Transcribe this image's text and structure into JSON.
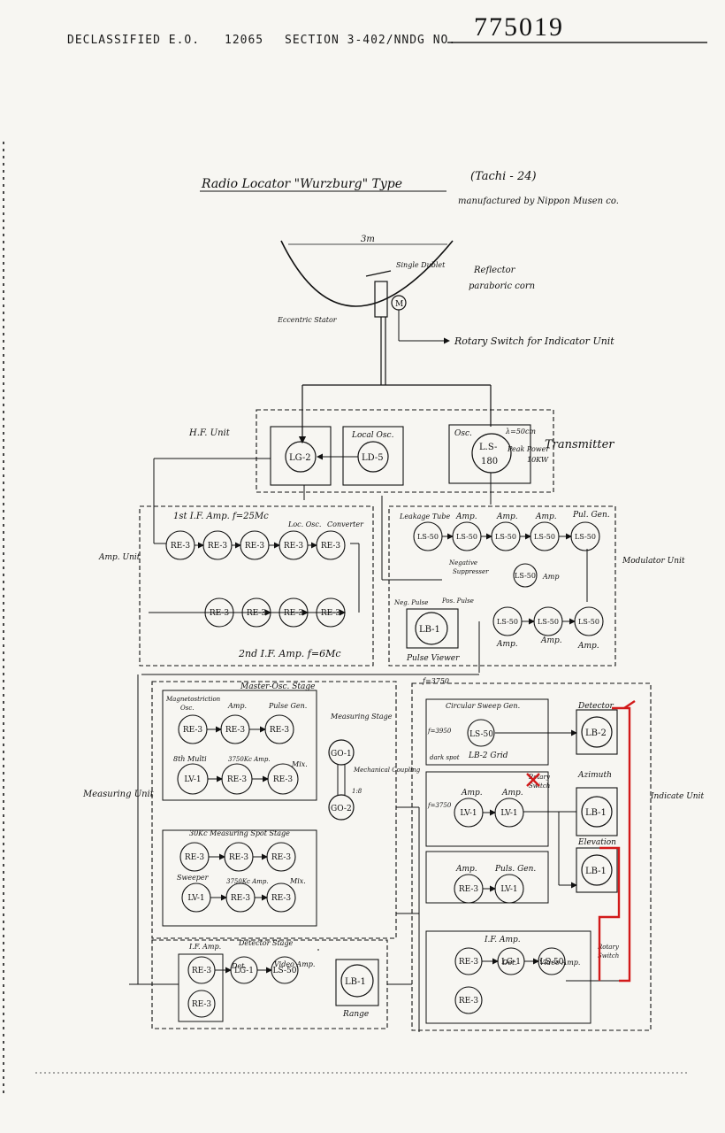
{
  "header": {
    "declass_text": "DECLASSIFIED E.O.",
    "eo_number": "12065",
    "section_text": "SECTION 3-402/NNDG NO.",
    "doc_number": "775019"
  },
  "title": {
    "main": "Radio Locator \"Wurzburg\" Type",
    "designation": "(Tachi - 24)",
    "manufacturer": "manufactured by Nippon Musen co."
  },
  "antenna": {
    "dish_width": "3m",
    "single_dublet": "Single Dublet",
    "reflector": "Reflector",
    "paraboric": "paraboric corn",
    "eccentric": "Eccentric Stator",
    "motor": "M",
    "rotary_switch": "Rotary Switch for Indicator Unit"
  },
  "hf_unit": {
    "label": "H.F. Unit",
    "lg2": "LG-2",
    "local_osc": "Local Osc.",
    "ld5": "LD-5",
    "osc": "Osc.",
    "ls180_a": "L.S-",
    "ls180_b": "180",
    "wavelength": "λ=50cm",
    "peak_power": "Peak Power",
    "power_value": "10KW",
    "transmitter": "Transmitter"
  },
  "amp_unit": {
    "label": "Amp. Unit",
    "if1": "1st I.F. Amp. f=25Mc",
    "loc_osc": "Loc. Osc.",
    "converter": "Converter",
    "row1": [
      "RE-3",
      "RE-3",
      "RE-3",
      "RE-3",
      "RE-3"
    ],
    "row2": [
      "RE-3",
      "RE-3",
      "RE-3",
      "RE-3"
    ],
    "if2": "2nd I.F. Amp. f=6Mc"
  },
  "modulator_unit": {
    "label": "Modulator Unit",
    "leakage_tube": "Leakage Tube",
    "amp1": "Amp.",
    "amp2": "Amp.",
    "amp3": "Amp.",
    "pul_gen": "Pul. Gen.",
    "row1": [
      "LS-50",
      "LS-50",
      "LS-50",
      "LS-50",
      "LS-50"
    ],
    "negative": "Negative",
    "suppressor": "Suppresser",
    "ls50_amp": "LS-50",
    "amp_label": "Amp",
    "neg_pulse": "Neg. Pulse",
    "pos_pulse": "Pos. Pulse",
    "lb1": "LB-1",
    "pulse_viewer": "Pulse Viewer",
    "row2": [
      "LS-50",
      "LS-50",
      "LS-50"
    ],
    "amp_a": "Amp.",
    "amp_b": "Amp.",
    "amp_c": "Amp."
  },
  "measuring_unit": {
    "label": "Measuring Unit",
    "freq": "f=3750",
    "master_osc_stage": "Master-Osc. Stage",
    "magnetostriction": "Magnetostriction",
    "osc": "Osc.",
    "amp": "Amp.",
    "pulse_gen": "Pulse Gen.",
    "mos_row1": [
      "RE-3",
      "RE-3",
      "RE-3"
    ],
    "multi": "8th Multi",
    "freq_amp": "3750Kc Amp.",
    "mix": "Mix.",
    "mos_row2": [
      "LV-1",
      "RE-3",
      "RE-3"
    ],
    "measuring_stage": "Measuring Stage",
    "go1": "GO-1",
    "go2": "GO-2",
    "mech_coupling": "Mechanical Coupling",
    "ratio": "1:8",
    "spot_stage": "30Kc Measuring Spot Stage",
    "spot_row1": [
      "RE-3",
      "RE-3",
      "RE-3"
    ],
    "sweeper": "Sweeper",
    "amp_3750": "3750Kc Amp.",
    "mix2": "Mix.",
    "spot_row2": [
      "LV-1",
      "RE-3",
      "RE-3"
    ],
    "if_amp": "I.F. Amp.",
    "detector_stage": "Detector Stage",
    "det": "Det.",
    "video_amp": "Video Amp.",
    "det_row": [
      "RE-3",
      "RE-3",
      "LG-1",
      "LS-50"
    ],
    "lb1": "LB-1",
    "range": "Range"
  },
  "indicator_unit": {
    "label": "Indicate Unit",
    "circ_sweep": "Circular Sweep Gen.",
    "f3950": "f=3950",
    "ls50": "LS-50",
    "dark_spot": "dark spot",
    "lb2_grid": "LB-2 Grid",
    "detector": "Detector",
    "lb2": "LB-2",
    "f3750": "f=3750",
    "amp1": "Amp.",
    "amp2": "Amp.",
    "lv_row": [
      "LV-1",
      "LV-1"
    ],
    "rotary": "Rotary",
    "switch": "Switch",
    "azimuth": "Azimuth",
    "lb1_az": "LB-1",
    "amp3": "Amp.",
    "puls_gen": "Puls. Gen.",
    "pg_row": [
      "RE-3",
      "LV-1"
    ],
    "elevation": "Elevation",
    "lb1_el": "LB-1",
    "if_amp": "I.F. Amp.",
    "det": "Det.",
    "video_amp": "Video Amp.",
    "det_row": [
      "RE-3",
      "RE-3",
      "LG-1",
      "LS-50"
    ],
    "rotary2": "Rotary",
    "switch2": "Switch"
  },
  "colors": {
    "ink": "#111111",
    "paper": "#f7f6f2",
    "annotation_red": "#d21a1a"
  }
}
